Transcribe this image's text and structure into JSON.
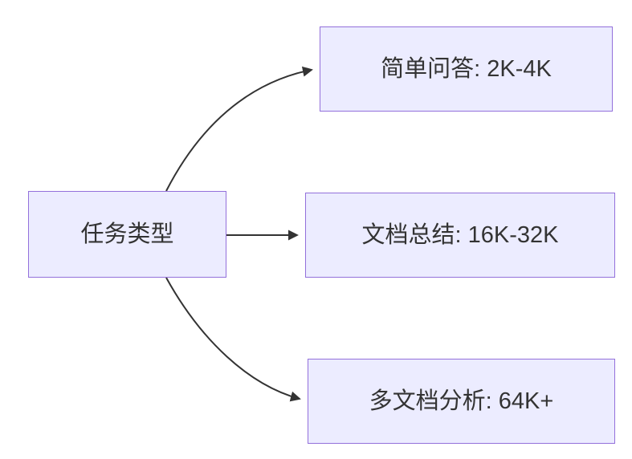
{
  "diagram": {
    "type": "flowchart",
    "direction": "left-to-right",
    "root": {
      "label": "任务类型"
    },
    "children": [
      {
        "label": "简单问答: 2K-4K"
      },
      {
        "label": "文档总结: 16K-32K"
      },
      {
        "label": "多文档分析: 64K+"
      }
    ],
    "edges": [
      {
        "from": "任务类型",
        "to": "简单问答: 2K-4K"
      },
      {
        "from": "任务类型",
        "to": "文档总结: 16K-32K"
      },
      {
        "from": "任务类型",
        "to": "多文档分析: 64K+"
      }
    ],
    "colors": {
      "node_fill": "#ECECFF",
      "node_border": "#9370DB",
      "edge": "#333333",
      "text": "#333333",
      "background": "#ffffff"
    }
  }
}
